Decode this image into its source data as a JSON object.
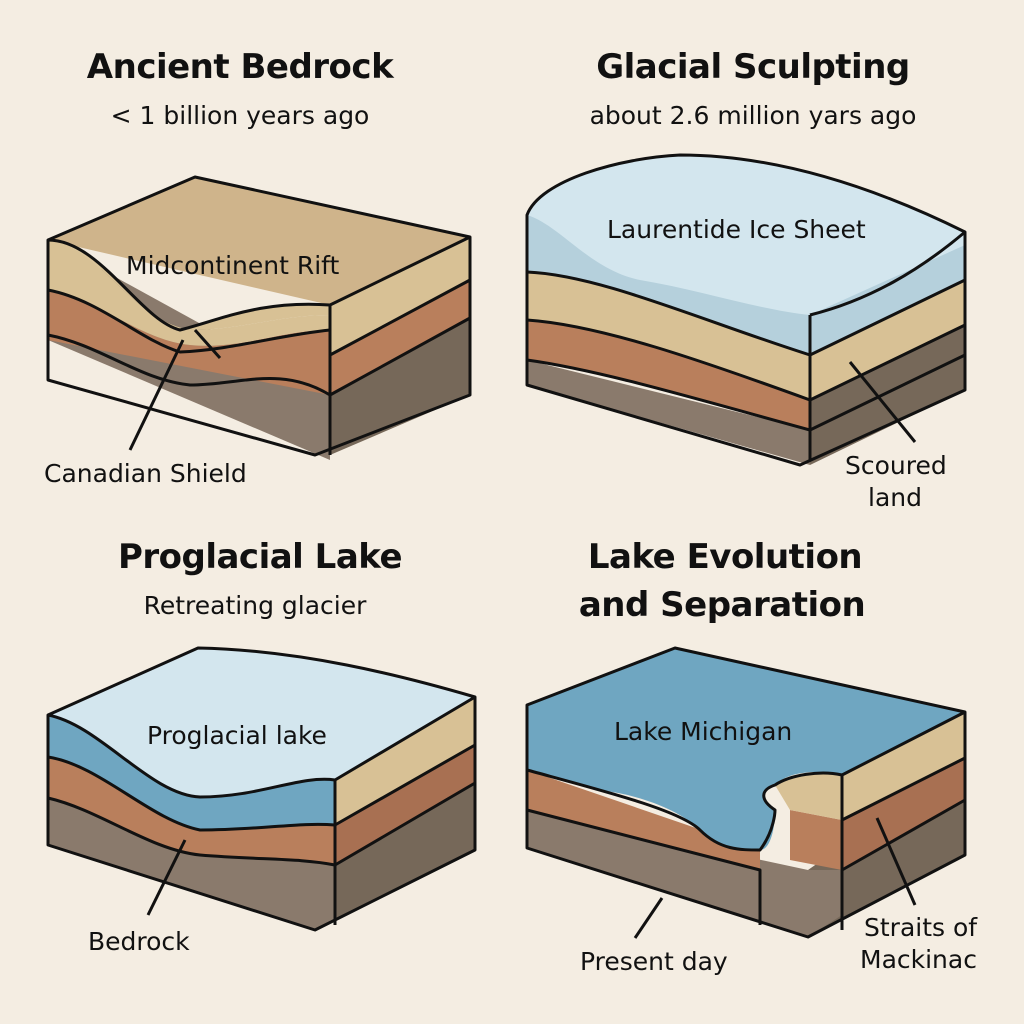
{
  "panels": [
    {
      "title": "Ancient Bedrock",
      "subtitle": "< 1 billion years ago",
      "surface_label": "Midcontinent Rift",
      "callout": "Canadian Shield"
    },
    {
      "title": "Glacial Sculpting",
      "subtitle": "about 2.6 million yars ago",
      "surface_label": "Laurentide Ice Sheet",
      "callout_line1": "Scoured",
      "callout_line2": "land"
    },
    {
      "title": "Proglacial Lake",
      "subtitle": "Retreating glacier",
      "surface_label": "Proglacial lake",
      "callout": "Bedrock"
    },
    {
      "title_line1": "Lake Evolution",
      "title_line2": "and Separation",
      "surface_label": "Lake Michigan",
      "callout_left": "Present day",
      "callout_right_line1": "Straits of",
      "callout_right_line2": "Mackinac"
    }
  ],
  "colors": {
    "background": "#f4ede2",
    "sand": "#d8c195",
    "sand_dark": "#c9ae80",
    "clay": "#b97f5c",
    "clay_dark": "#a87052",
    "rock": "#8a7a6c",
    "rock_dark": "#766859",
    "ice": "#d3e6ee",
    "ice_side": "#b5d0dc",
    "lake": "#6fa6c1",
    "lake_light": "#d3e6ee",
    "outline": "#111111"
  }
}
